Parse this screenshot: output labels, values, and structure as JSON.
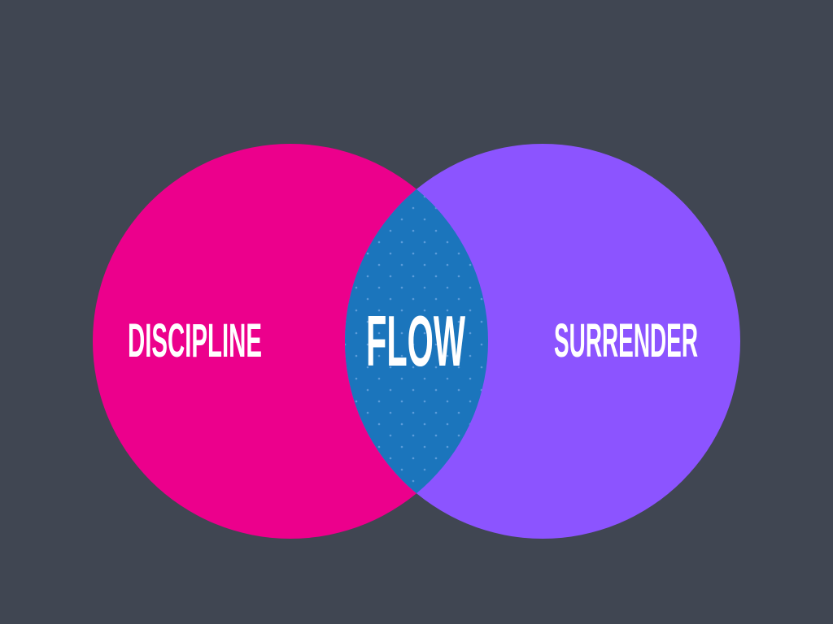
{
  "diagram": {
    "type": "venn",
    "sets": [
      {
        "label": "DISCIPLINE",
        "color": "#ec008c"
      },
      {
        "label": "SURRENDER",
        "color": "#8c54ff"
      }
    ],
    "intersection": {
      "label": "FLOW",
      "color": "#1b75bc",
      "dot_color": "#5a9bd8"
    },
    "background": "#404652"
  }
}
